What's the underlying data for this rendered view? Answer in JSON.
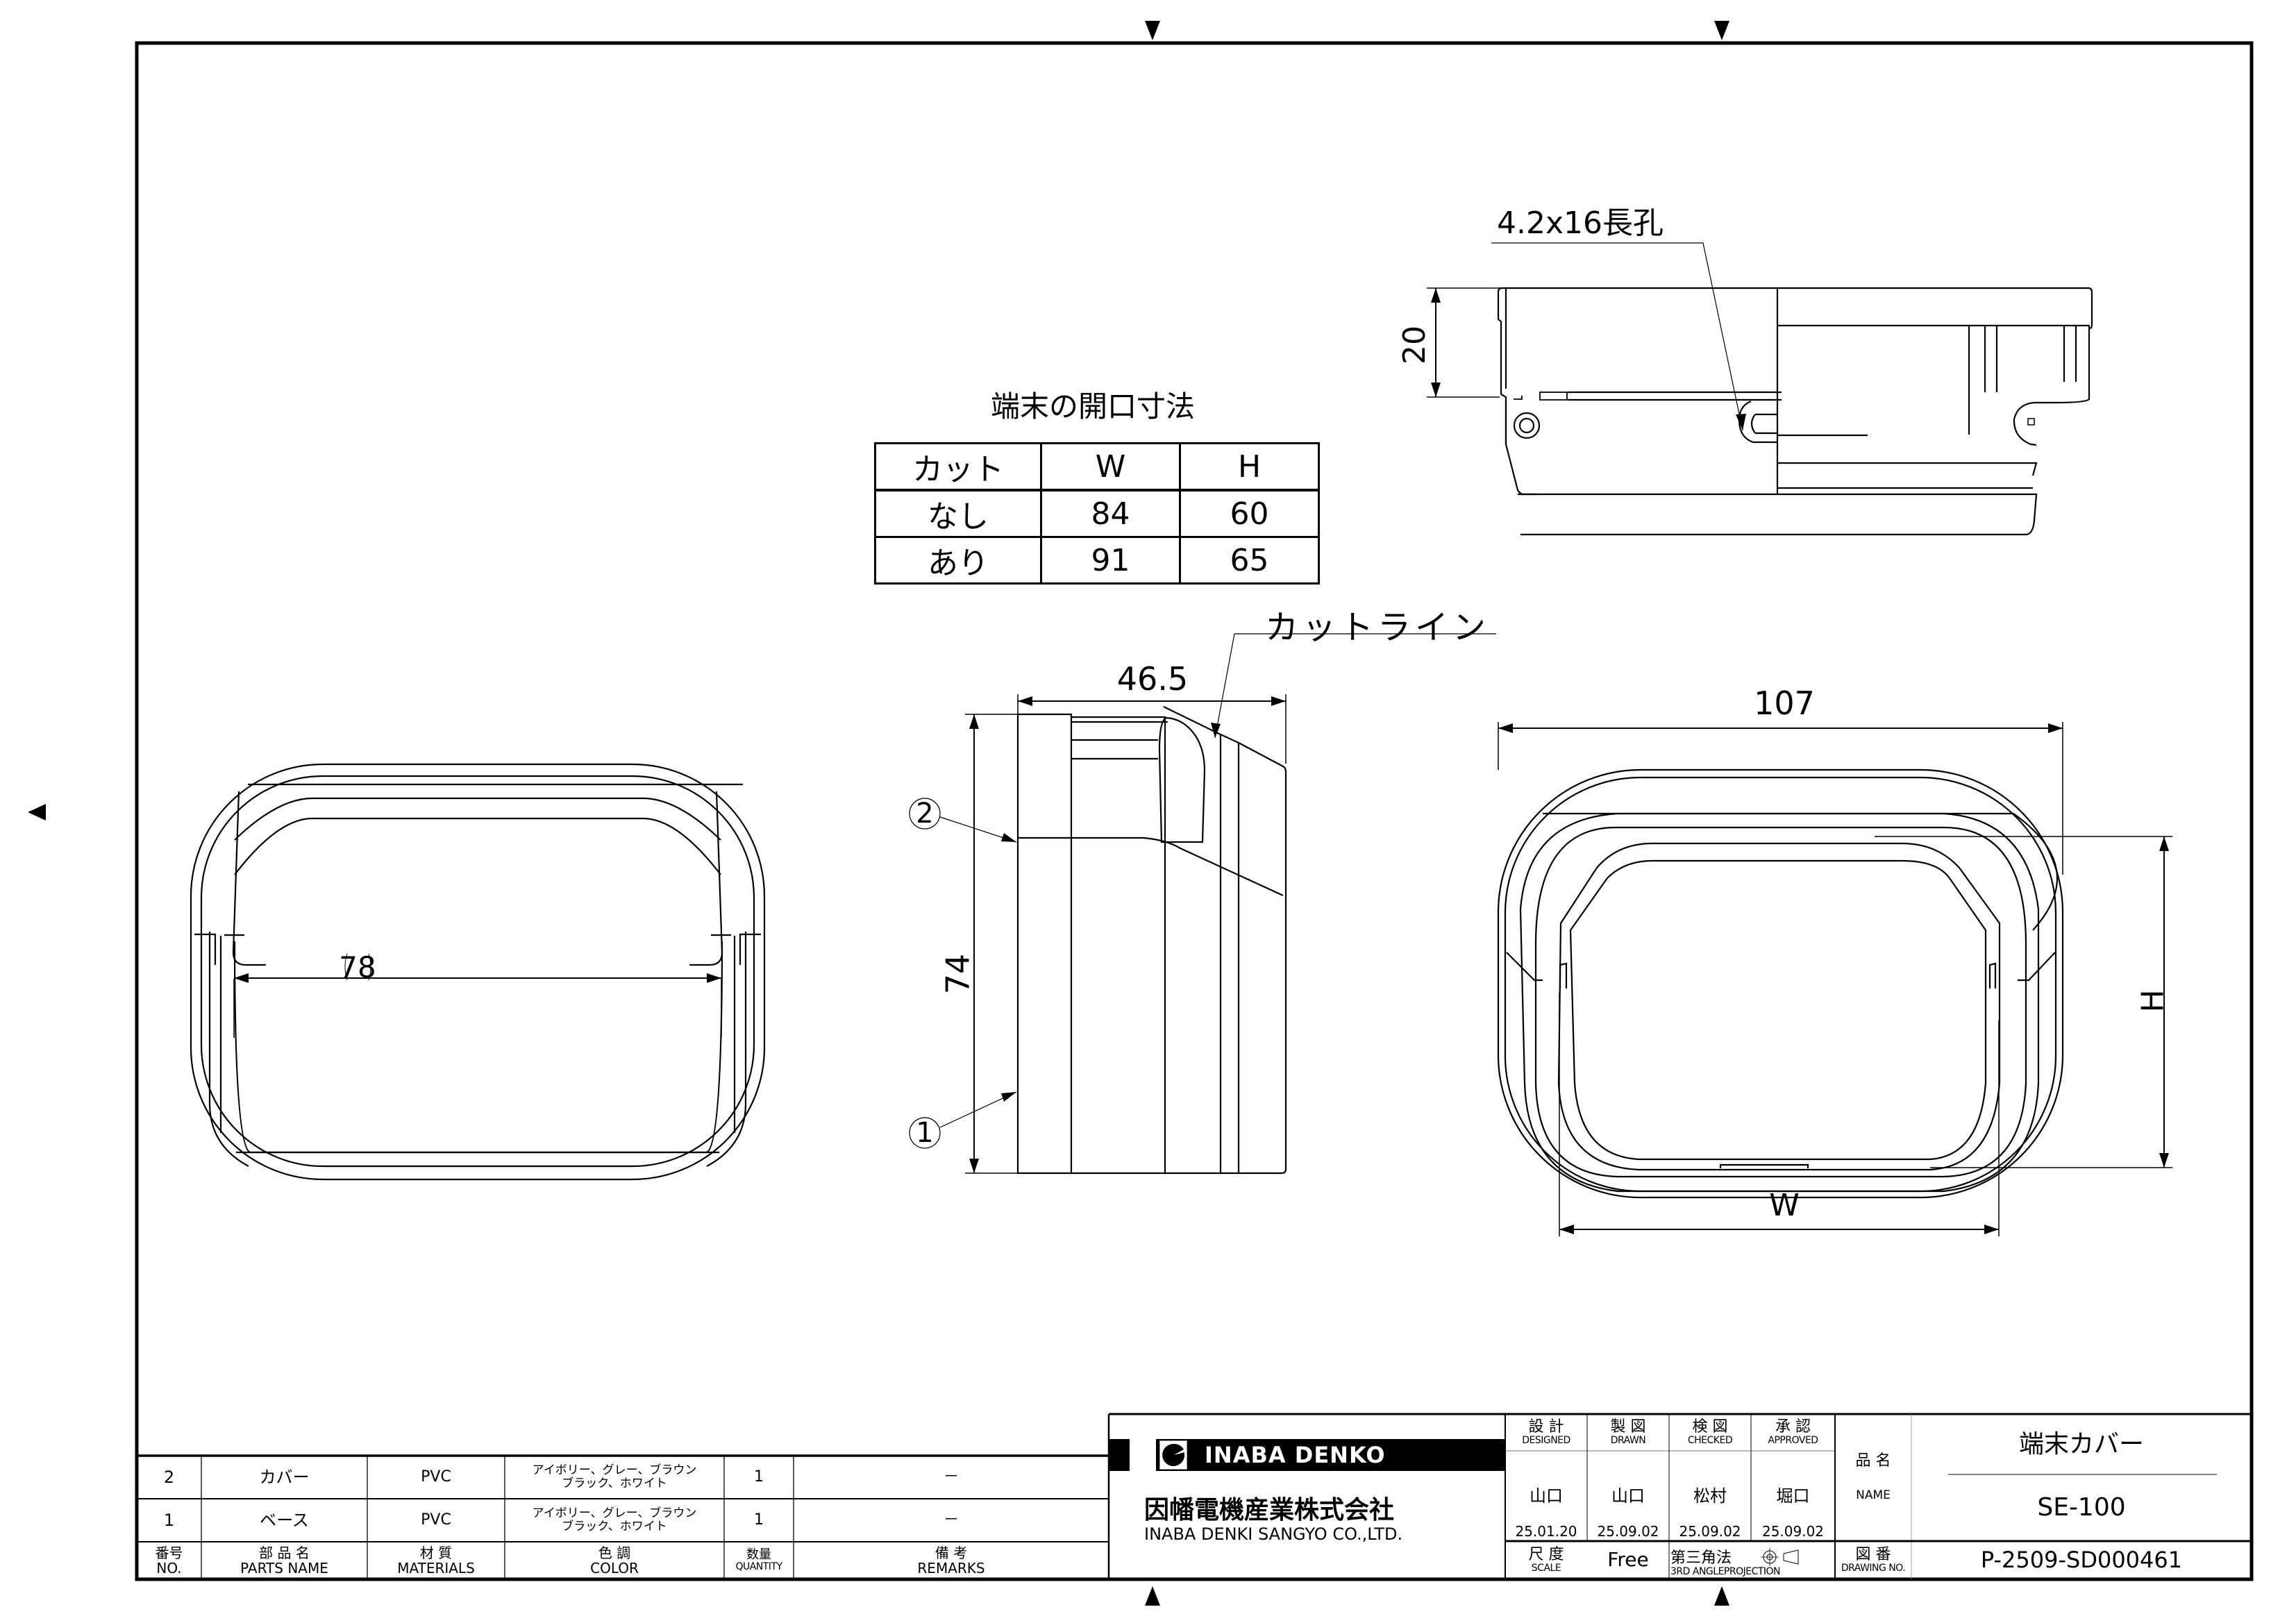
{
  "drawing": {
    "opening_table": {
      "title": "端末の開口寸法",
      "headers": [
        "カット",
        "W",
        "H"
      ],
      "rows": [
        {
          "cut": "なし",
          "W": "84",
          "H": "60"
        },
        {
          "cut": "あり",
          "W": "91",
          "H": "65"
        }
      ]
    },
    "side_view_top": {
      "slot_label": "4.2x16長孔",
      "dim_20": "20"
    },
    "side_view_middle": {
      "dim_width": "46.5",
      "dim_height": "74",
      "cut_line_label": "カットライン",
      "balloon_cover": "2",
      "balloon_base": "1"
    },
    "front_view_left": {
      "dim_inner": "78"
    },
    "front_view_right": {
      "dim_overall": "107",
      "dim_W": "W",
      "dim_H": "H"
    }
  },
  "parts_list": {
    "rows": [
      {
        "no": "2",
        "name": "カバー",
        "material": "PVC",
        "color_line1": "アイボリー、グレー、ブラウン",
        "color_line2": "ブラック、ホワイト",
        "qty": "1",
        "remarks": "－"
      },
      {
        "no": "1",
        "name": "ベース",
        "material": "PVC",
        "color_line1": "アイボリー、グレー、ブラウン",
        "color_line2": "ブラック、ホワイト",
        "qty": "1",
        "remarks": "－"
      }
    ],
    "headers": {
      "no_jp": "番号",
      "no_en": "NO.",
      "name_jp": "部 品 名",
      "name_en": "PARTS NAME",
      "material_jp": "材  質",
      "material_en": "MATERIALS",
      "color_jp": "色  調",
      "color_en": "COLOR",
      "qty_jp": "数量",
      "qty_en": "QUANTITY",
      "remarks_jp": "備  考",
      "remarks_en": "REMARKS"
    }
  },
  "title_block": {
    "brand": "INABA DENKO",
    "company_jp": "因幡電機産業株式会社",
    "company_en": "INABA DENKI SANGYO CO.,LTD.",
    "signoff": [
      {
        "jp": "設 計",
        "en": "DESIGNED",
        "name": "山口",
        "date": "25.01.20"
      },
      {
        "jp": "製 図",
        "en": "DRAWN",
        "name": "山口",
        "date": "25.09.02"
      },
      {
        "jp": "検 図",
        "en": "CHECKED",
        "name": "松村",
        "date": "25.09.02"
      },
      {
        "jp": "承 認",
        "en": "APPROVED",
        "name": "堀口",
        "date": "25.09.02"
      }
    ],
    "name_label_jp": "品 名",
    "name_label_en": "NAME",
    "product_name": "端末カバー",
    "product_code": "SE-100",
    "scale_label_jp": "尺 度",
    "scale_label_en": "SCALE",
    "scale_value": "Free",
    "projection_jp": "第三角法",
    "projection_en": "3RD ANGLEPROJECTION",
    "drawing_no_label_jp": "図 番",
    "drawing_no_label_en": "DRAWING NO.",
    "drawing_no": "P-2509-SD000461"
  }
}
